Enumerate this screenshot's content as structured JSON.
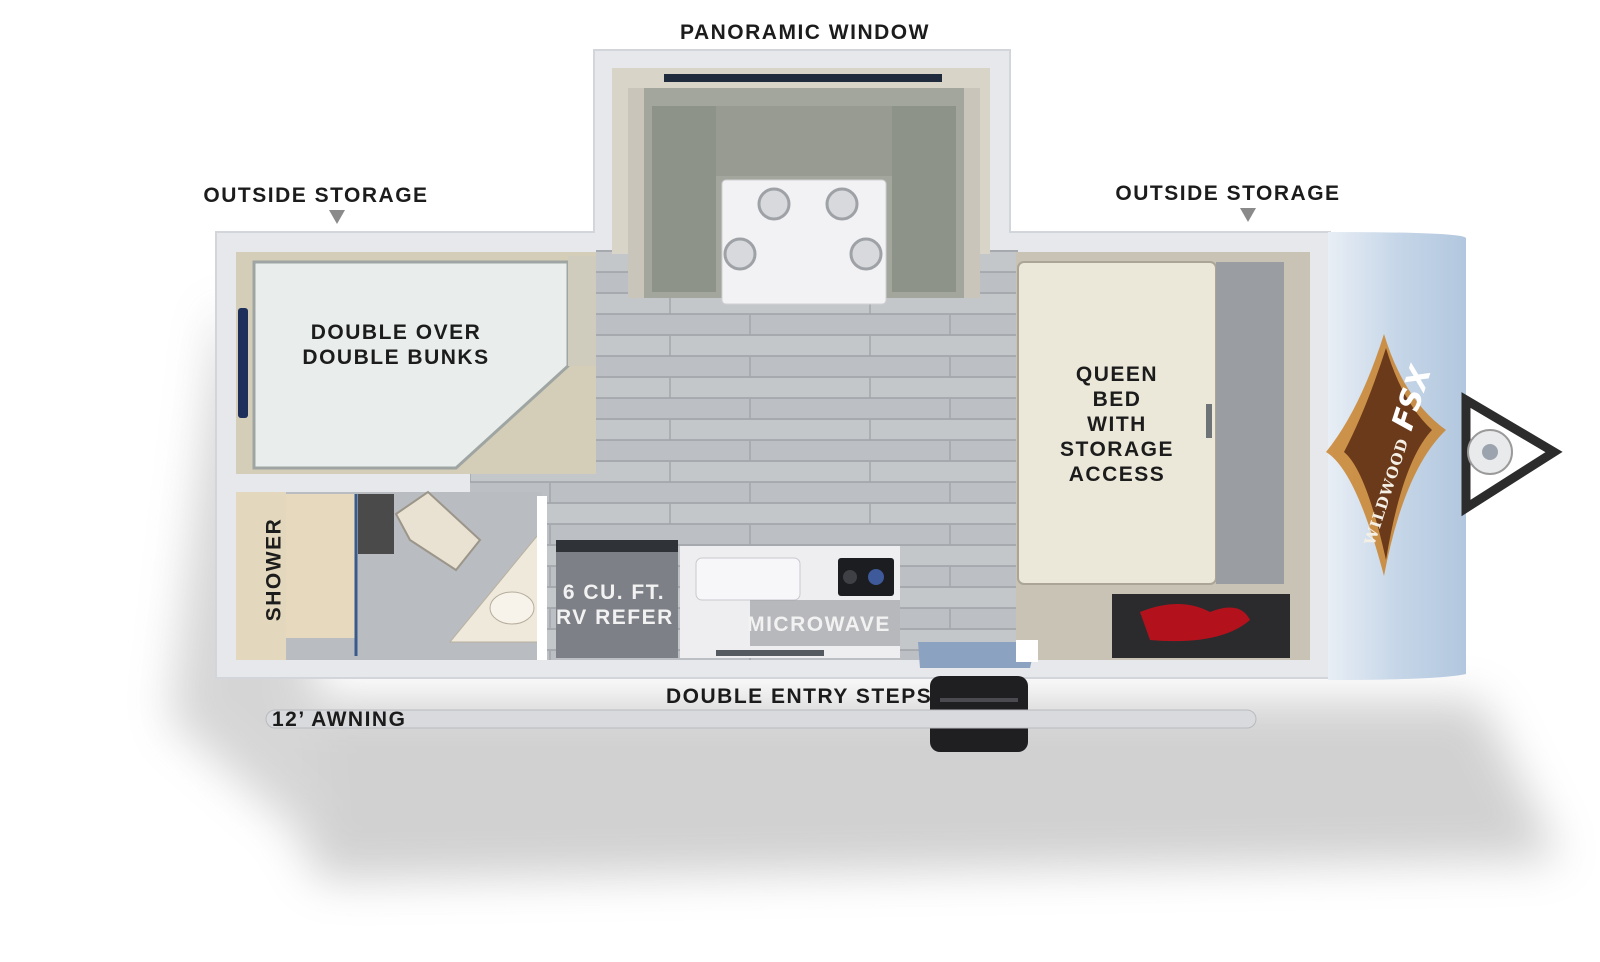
{
  "labels": {
    "panoramic_window": "PANORAMIC WINDOW",
    "outside_storage_left": "OUTSIDE STORAGE",
    "outside_storage_right": "OUTSIDE STORAGE",
    "bunks": [
      "DOUBLE OVER",
      "DOUBLE BUNKS"
    ],
    "queen_bed": [
      "QUEEN",
      "BED",
      "WITH",
      "STORAGE",
      "ACCESS"
    ],
    "shower": "SHOWER",
    "refer": [
      "6 CU. FT.",
      "RV REFER"
    ],
    "microwave": "MICROWAVE",
    "entry_steps": "DOUBLE ENTRY STEPS",
    "awning": "12’ AWNING"
  },
  "logo": {
    "brand": "WILDWOOD",
    "model": "FSX"
  },
  "colors": {
    "wall": "#e4e6e9",
    "floor": "#b9bcc0",
    "bed": "#ece9db",
    "bunk": "#e8ece9",
    "dinette": "#8f948b",
    "front_cap": "#c9d8e8",
    "logo_gold": "#c9822c"
  }
}
